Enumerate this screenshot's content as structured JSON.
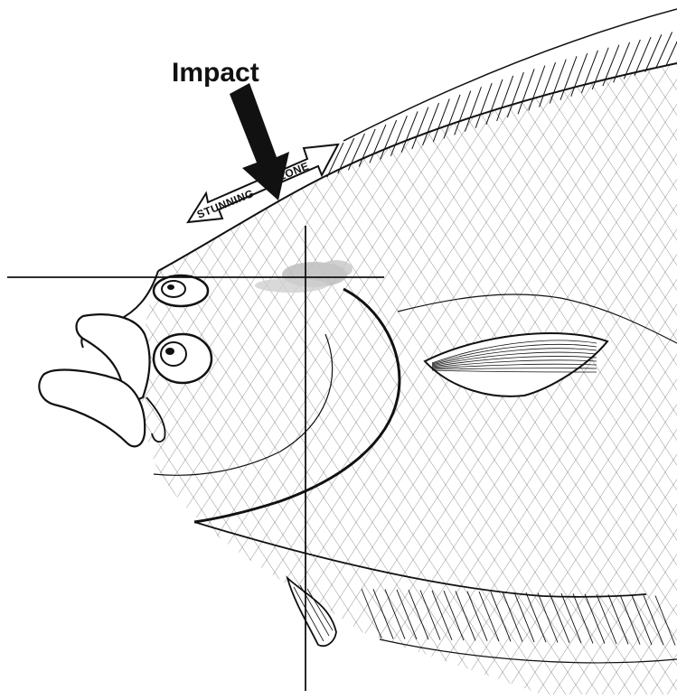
{
  "diagram": {
    "impact_label": "Impact",
    "stunning_label": "STUNNING",
    "zone_label": "ZONE",
    "colors": {
      "ink": "#111111",
      "paper": "#ffffff",
      "brain_highlight": "#bdbdbd"
    }
  }
}
